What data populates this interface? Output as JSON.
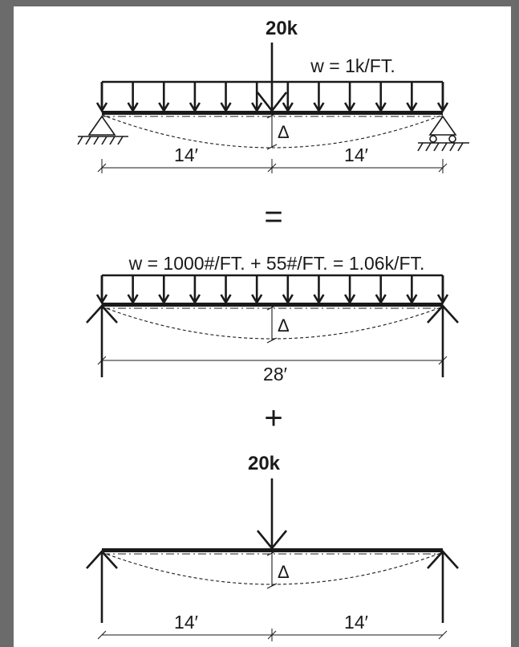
{
  "diagram1": {
    "point_load": "20k",
    "distributed_load": "w = 1k/FT.",
    "deflection": "Δ",
    "span_left": "14′",
    "span_right": "14′"
  },
  "equals_sign": "=",
  "diagram2": {
    "distributed_load": "w = 1000#/FT. + 55#/FT. = 1.06k/FT.",
    "deflection": "Δ",
    "span": "28′"
  },
  "plus_sign": "+",
  "diagram3": {
    "point_load": "20k",
    "deflection": "Δ",
    "span_left": "14′",
    "span_right": "14′"
  },
  "colors": {
    "ink": "#1a1a1a",
    "paper": "#ffffff",
    "frame": "#6b6b6b"
  }
}
